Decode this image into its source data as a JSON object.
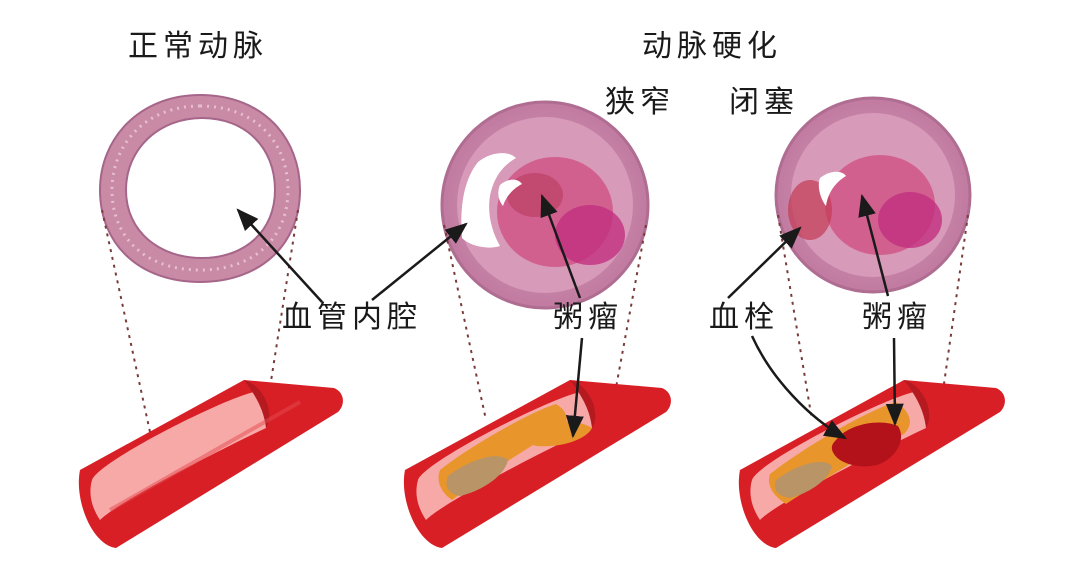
{
  "labels": {
    "normal_artery": "正常动脉",
    "atherosclerosis": "动脉硬化",
    "narrowing": "狭窄",
    "occlusion": "闭塞",
    "vessel_lumen": "血管内腔",
    "atheroma_1": "粥瘤",
    "thrombus": "血栓",
    "atheroma_2": "粥瘤"
  },
  "colors": {
    "vessel_wall": "#d81f26",
    "vessel_lumen": "#f7a9a8",
    "plaque": "#e8962c",
    "plaque_core": "#b89466",
    "thrombus": "#b4121b",
    "tissue": "#c98aa6",
    "tissue_core": "#c2307f",
    "ink": "#1a1a1a"
  }
}
